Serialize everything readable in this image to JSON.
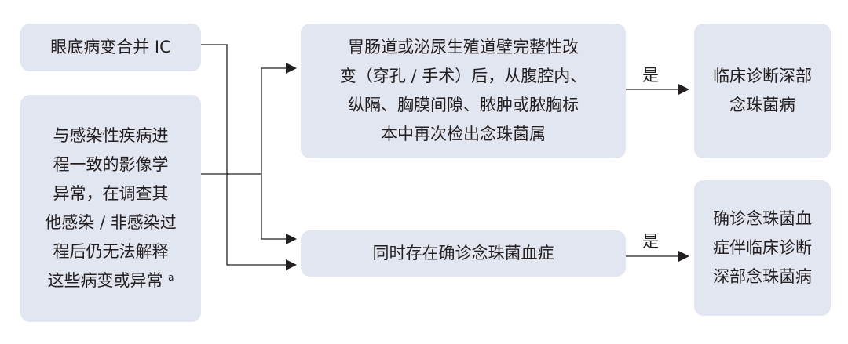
{
  "nodes": {
    "fundus": {
      "lines": [
        "眼底病变合并 IC"
      ]
    },
    "imaging": {
      "lines": [
        "与感染性疾病进",
        "程一致的影像学",
        "异常，在调查其",
        "他感染 / 非感染过",
        "程后仍无法解释",
        "这些病变或异常"
      ],
      "footnote": "a"
    },
    "gi_wall": {
      "lines": [
        "胃肠道或泌尿生殖道壁完整性改",
        "变（穿孔 / 手术）后，从腹腔内、",
        "纵隔、胸膜间隙、脓肿或脓胸标",
        "本中再次检出念珠菌属"
      ]
    },
    "candidemia": {
      "lines": [
        "同时存在确诊念珠菌血症"
      ]
    },
    "clinical_deep": {
      "lines": [
        "临床诊断深部",
        "念珠菌病"
      ]
    },
    "confirmed_clinical": {
      "lines": [
        "确诊念珠菌血",
        "症伴临床诊断",
        "深部念珠菌病"
      ]
    }
  },
  "edges": {
    "yes1": "是",
    "yes2": "是"
  },
  "colors": {
    "box": "#e2e6f0",
    "line": "#231f20"
  }
}
